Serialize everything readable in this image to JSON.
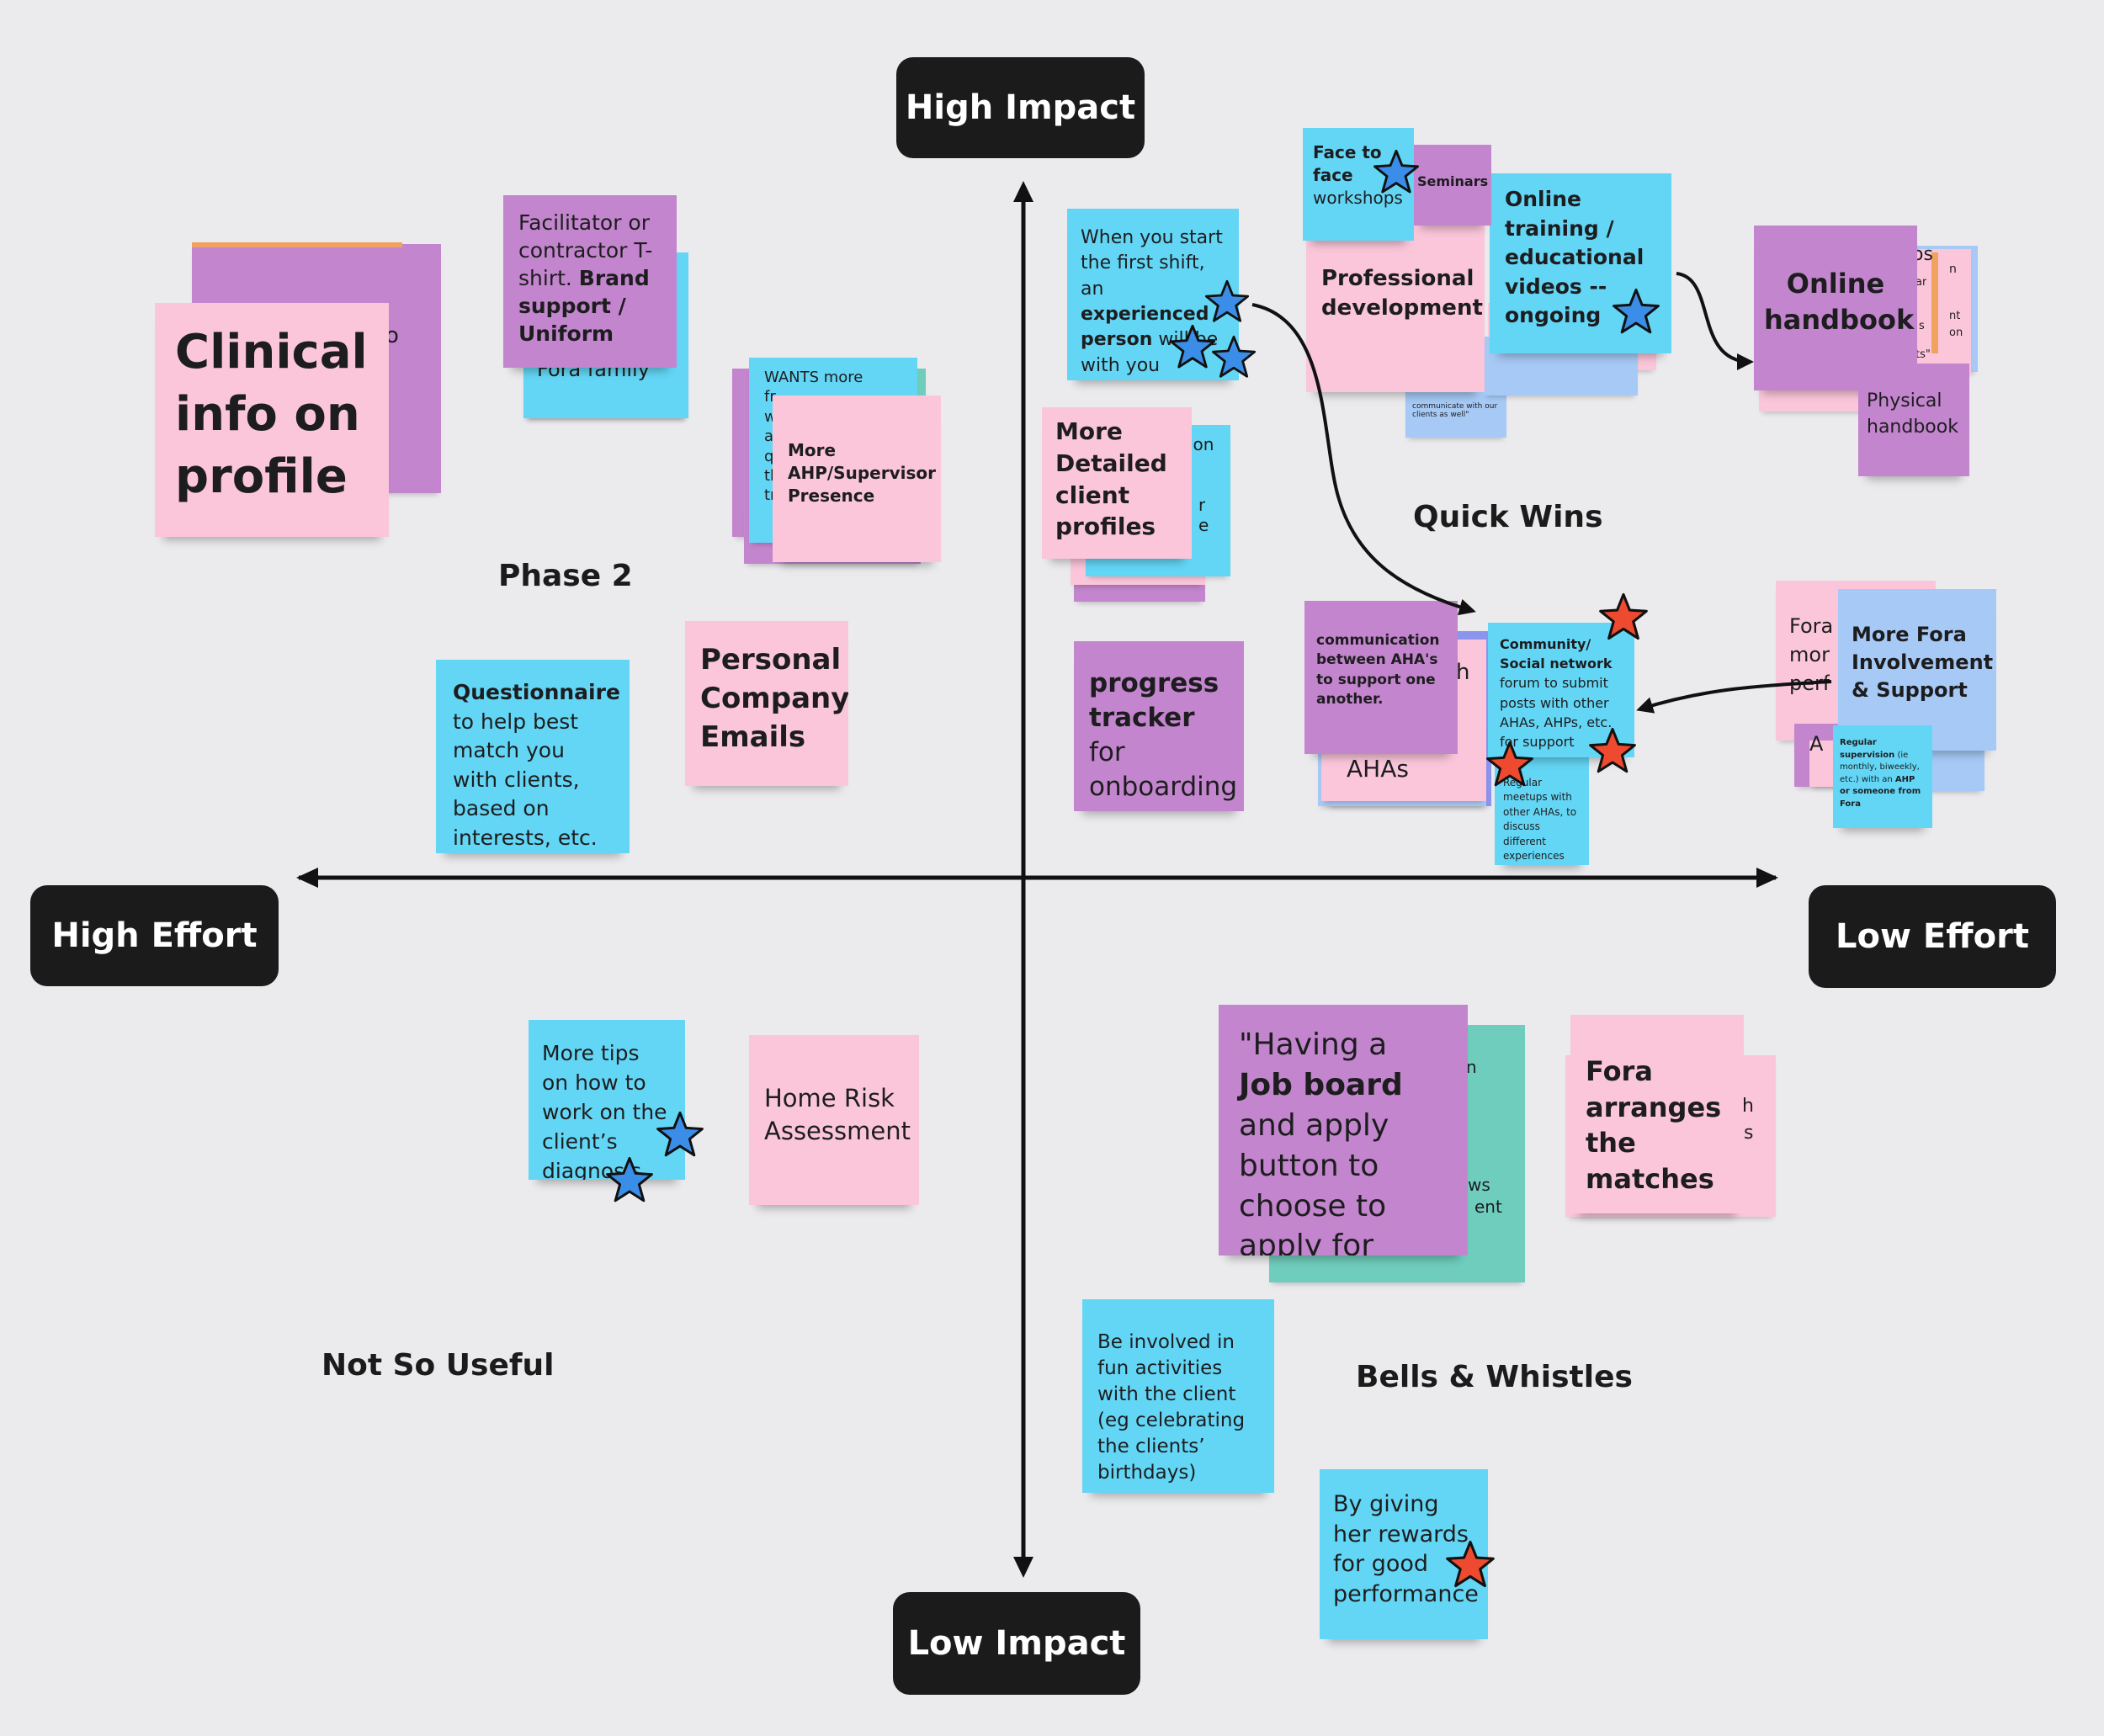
{
  "axes": {
    "top": "High Impact",
    "bottom": "Low Impact",
    "left": "High Effort",
    "right": "Low Effort"
  },
  "sections": {
    "phase2": "Phase 2",
    "quick_wins": "Quick Wins",
    "not_so_useful": "Not So Useful",
    "bells_whistles": "Bells & Whistles"
  },
  "colors": {
    "blue": "#63d6f5",
    "pink": "#fbc6da",
    "purple": "#c385cd",
    "teal": "#6fcdbd",
    "light_blue": "#a6c9f5",
    "star_blue": "#3b8ee8",
    "star_red": "#ee4a2f"
  },
  "notes": {
    "clinical_info": "Clinical info on profile",
    "tshirt_pre": "Facilitator or contractor T-shirt. ",
    "tshirt_bold": "Brand support / Uniform",
    "fora_family": "Fora family",
    "wants_more": "WANTS more",
    "ahp_presence": "More AHP/Supervisor Presence",
    "personal_emails": "Personal Company Emails",
    "questionnaire_bold": "Questionnaire",
    "questionnaire_rest": " to help best match you with clients, based on interests, etc.",
    "first_shift_a": "When you start the first shift, an ",
    "first_shift_bold": "experienced person",
    "first_shift_b": " will be with you",
    "detailed_profiles": "More Detailed client profiles",
    "progress_bold": "progress tracker",
    "progress_rest": " for onboarding",
    "face_to_face_bold": "Face to face",
    "face_to_face_rest": " workshops",
    "seminars": "Seminars",
    "prof_dev": "Professional development",
    "online_training": "Online training / educational videos -- ongoing",
    "online_handbook": "Online handbook",
    "physical_handbook": "Physical handbook",
    "communication": "communication between AHA's to support one another.",
    "ahas": "AHAs",
    "community_bold": "Community/ Social network",
    "community_rest": " forum to submit posts with other AHAs, AHPs, etc. for support",
    "meetups": "Regular meetups with other AHAs, to discuss different experiences",
    "more_fora": "More Fora Involvement & Support",
    "regular_supervision_bold": "Regular supervision",
    "regular_supervision_rest": " (ie monthly, biweekly, etc.) with an ",
    "regular_supervision_bold2": "AHP or someone from Fora",
    "tips_diagnosis": "More tips on how to work on the client’s diagnosis",
    "home_risk": "Home Risk Assessment",
    "job_board_a": "\"Having a ",
    "job_board_bold": "Job board",
    "job_board_b": " and apply button to choose to apply for job.\"",
    "fora_arranges": "Fora arranges the matches",
    "fun_activities": "Be involved in fun activities with the client (eg celebrating the clients’ birthdays)",
    "rewards": "By giving her rewards for good performance"
  },
  "fragments": {
    "clinical_back": "o",
    "detailed_back_a": "ion",
    "detailed_back_b": "r",
    "detailed_back_c": "e",
    "prof_back": "communicate with our clients as well\"",
    "handbook_back_a": "os",
    "handbook_back_b": "n",
    "handbook_back_c": "ar",
    "handbook_back_d": "nt",
    "handbook_back_e": "on",
    "handbook_back_f": "s",
    "handbook_back_g": "ts\"",
    "comm_back": "h",
    "fora_back_a": "Fora",
    "fora_back_b": "mor",
    "fora_back_c": "perf",
    "fora_back_d": "A",
    "job_back_a": "n",
    "job_back_b": "ws",
    "job_back_c": "ent",
    "arranges_back_a": "h",
    "arranges_back_b": "s",
    "wants_back_a": "fr",
    "wants_back_b": "w",
    "wants_back_c": "a",
    "wants_back_d": "q",
    "wants_back_e": "th",
    "wants_back_f": "tr"
  }
}
